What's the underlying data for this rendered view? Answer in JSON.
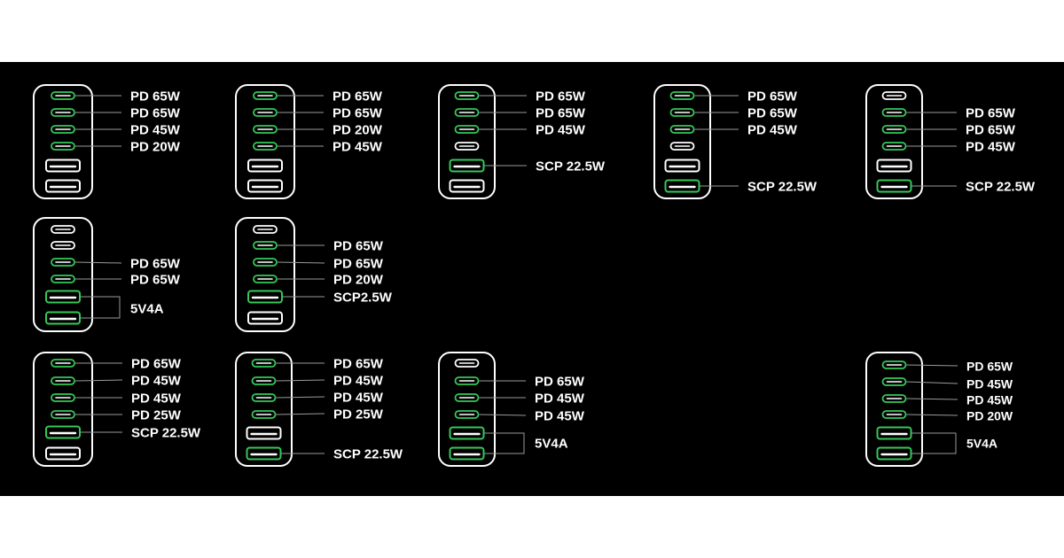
{
  "colors": {
    "background": "#000000",
    "page": "#ffffff",
    "active_port": "#35c85a",
    "outline": "#ffffff",
    "leader_line": "#9a9a9a"
  },
  "configurations": [
    {
      "ports": [
        {
          "type": "c",
          "active": true,
          "label": "PD 65W"
        },
        {
          "type": "c",
          "active": true,
          "label": "PD 65W"
        },
        {
          "type": "c",
          "active": true,
          "label": "PD 45W"
        },
        {
          "type": "c",
          "active": true,
          "label": "PD 20W"
        },
        {
          "type": "a",
          "active": false
        },
        {
          "type": "a",
          "active": false
        }
      ]
    },
    {
      "ports": [
        {
          "type": "c",
          "active": true,
          "label": "PD 65W"
        },
        {
          "type": "c",
          "active": true,
          "label": "PD 65W"
        },
        {
          "type": "c",
          "active": true,
          "label": "PD 20W"
        },
        {
          "type": "c",
          "active": true,
          "label": "PD 45W"
        },
        {
          "type": "a",
          "active": false
        },
        {
          "type": "a",
          "active": false
        }
      ]
    },
    {
      "ports": [
        {
          "type": "c",
          "active": true,
          "label": "PD 65W"
        },
        {
          "type": "c",
          "active": true,
          "label": "PD 65W"
        },
        {
          "type": "c",
          "active": true,
          "label": "PD 45W"
        },
        {
          "type": "c",
          "active": false
        },
        {
          "type": "a",
          "active": true,
          "label": "SCP 22.5W"
        },
        {
          "type": "a",
          "active": false
        }
      ]
    },
    {
      "ports": [
        {
          "type": "c",
          "active": true,
          "label": "PD 65W"
        },
        {
          "type": "c",
          "active": true,
          "label": "PD 65W"
        },
        {
          "type": "c",
          "active": true,
          "label": "PD 45W"
        },
        {
          "type": "c",
          "active": false
        },
        {
          "type": "a",
          "active": false
        },
        {
          "type": "a",
          "active": true,
          "label": "SCP 22.5W"
        }
      ]
    },
    {
      "ports": [
        {
          "type": "c",
          "active": false
        },
        {
          "type": "c",
          "active": true,
          "label": "PD 65W"
        },
        {
          "type": "c",
          "active": true,
          "label": "PD 65W"
        },
        {
          "type": "c",
          "active": true,
          "label": "PD 45W"
        },
        {
          "type": "a",
          "active": false
        },
        {
          "type": "a",
          "active": true,
          "label": "SCP 22.5W"
        }
      ]
    },
    {
      "ports": [
        {
          "type": "c",
          "active": false
        },
        {
          "type": "c",
          "active": false
        },
        {
          "type": "c",
          "active": true,
          "label": "PD 65W"
        },
        {
          "type": "c",
          "active": true,
          "label": "PD 65W"
        },
        {
          "type": "a",
          "active": true
        },
        {
          "type": "a",
          "active": true
        }
      ],
      "group_label": "5V4A"
    },
    {
      "ports": [
        {
          "type": "c",
          "active": false
        },
        {
          "type": "c",
          "active": true,
          "label": "PD 65W"
        },
        {
          "type": "c",
          "active": true,
          "label": "PD 65W"
        },
        {
          "type": "c",
          "active": true,
          "label": "PD 20W"
        },
        {
          "type": "a",
          "active": true,
          "label": "SCP2.5W"
        },
        {
          "type": "a",
          "active": false
        }
      ]
    },
    {
      "ports": [
        {
          "type": "c",
          "active": true,
          "label": "PD 65W"
        },
        {
          "type": "c",
          "active": true,
          "label": "PD 45W"
        },
        {
          "type": "c",
          "active": true,
          "label": "PD 45W"
        },
        {
          "type": "c",
          "active": true,
          "label": "PD 25W"
        },
        {
          "type": "a",
          "active": true,
          "label": "SCP 22.5W"
        },
        {
          "type": "a",
          "active": false
        }
      ]
    },
    {
      "ports": [
        {
          "type": "c",
          "active": true,
          "label": "PD 65W"
        },
        {
          "type": "c",
          "active": true,
          "label": "PD 45W"
        },
        {
          "type": "c",
          "active": true,
          "label": "PD 45W"
        },
        {
          "type": "c",
          "active": true,
          "label": "PD 25W"
        },
        {
          "type": "a",
          "active": false
        },
        {
          "type": "a",
          "active": true,
          "label": "SCP 22.5W"
        }
      ]
    },
    {
      "ports": [
        {
          "type": "c",
          "active": false
        },
        {
          "type": "c",
          "active": true,
          "label": "PD 65W"
        },
        {
          "type": "c",
          "active": true,
          "label": "PD 45W"
        },
        {
          "type": "c",
          "active": true,
          "label": "PD 45W"
        },
        {
          "type": "a",
          "active": true
        },
        {
          "type": "a",
          "active": true
        }
      ],
      "group_label": "5V4A"
    },
    {
      "ports": [
        {
          "type": "c",
          "active": true,
          "label": "PD 65W"
        },
        {
          "type": "c",
          "active": true,
          "label": "PD 45W"
        },
        {
          "type": "c",
          "active": true,
          "label": "PD 45W"
        },
        {
          "type": "c",
          "active": true,
          "label": "PD 20W"
        },
        {
          "type": "a",
          "active": true
        },
        {
          "type": "a",
          "active": true
        }
      ],
      "group_label": "5V4A"
    }
  ]
}
